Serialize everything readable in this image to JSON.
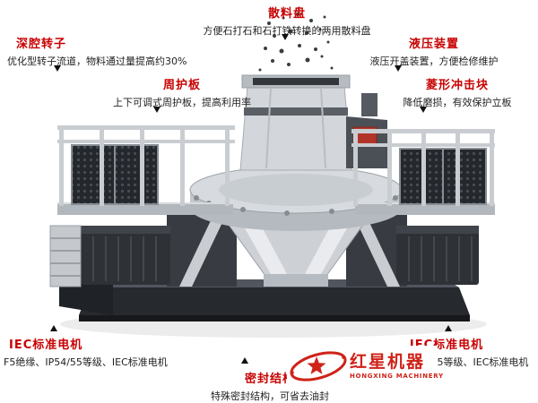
{
  "colors": {
    "background": "#ffffff",
    "annotation_title": "#c80000",
    "annotation_desc": "#222222",
    "logo_red": "#cf2318"
  },
  "icons": {
    "pointer_down": "▼",
    "pointer_up": "▲"
  },
  "annotations": [
    {
      "part": "scatter-plate",
      "title": "散料盘",
      "desc": "方便石打石和石打铁转换的两用散料盘",
      "pointer": "down"
    },
    {
      "part": "deep-cavity-rotor",
      "title": "深腔转子",
      "desc": "优化型转子流道，物料通过量提高约30%",
      "pointer": "down"
    },
    {
      "part": "hydraulic-device",
      "title": "液压装置",
      "desc": "液压开盖装置，方便检修维护",
      "pointer": "down"
    },
    {
      "part": "peripheral-guard-plate",
      "title": "周护板",
      "desc": "上下可调式周护板，提高利用率",
      "pointer": "down"
    },
    {
      "part": "diamond-impact-block",
      "title": "菱形冲击块",
      "desc": "降低磨损，有效保护立板",
      "pointer": "down"
    },
    {
      "part": "iec-standard-motor-left",
      "title": "IEC标准电机",
      "desc": "F5绝缘、IP54/55等级、IEC标准电机",
      "pointer": "up"
    },
    {
      "part": "seal-structure",
      "title": "密封结构",
      "desc": "特殊密封结构，可省去油封",
      "pointer": "up"
    },
    {
      "part": "iec-standard-motor-right",
      "title": "IEC标准电机",
      "desc": "F5绝缘、IP54/55等级、IEC标准电机",
      "pointer": "up"
    }
  ],
  "logo": {
    "name_cn": "红星机器",
    "name_en": "HONGXING MACHINERY"
  }
}
